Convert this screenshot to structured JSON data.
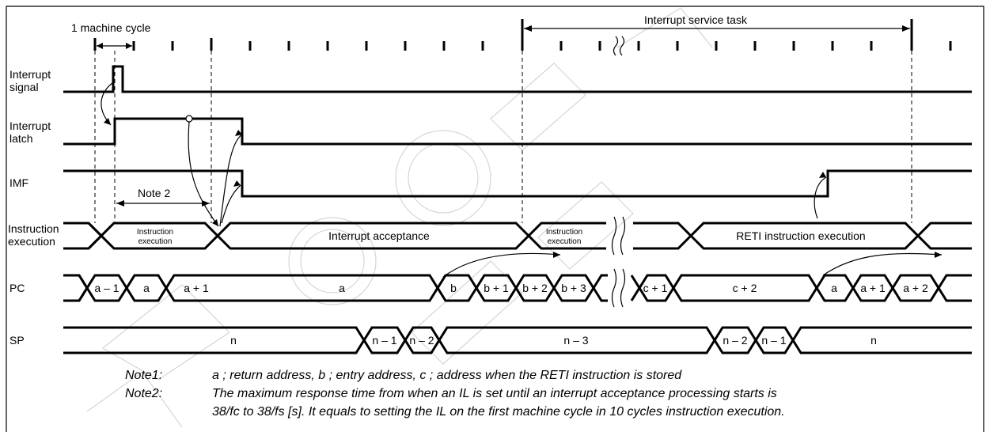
{
  "labels": {
    "machine_cycle": "1 machine cycle",
    "interrupt_service_task": "Interrupt service task",
    "note2_marker": "Note 2",
    "row_interrupt_signal_1": "Interrupt",
    "row_interrupt_signal_2": "signal",
    "row_interrupt_latch_1": "Interrupt",
    "row_interrupt_latch_2": "latch",
    "row_imf": "IMF",
    "row_instr_1": "Instruction",
    "row_instr_2": "execution",
    "row_pc": "PC",
    "row_sp": "SP"
  },
  "instruction": {
    "seg1_l1": "Instruction",
    "seg1_l2": "execution",
    "seg2": "Interrupt acceptance",
    "seg3_l1": "Instruction",
    "seg3_l2": "execution",
    "seg4": "RETI instruction execution"
  },
  "pc": [
    "a – 1",
    "a",
    "a + 1",
    "a",
    "b",
    "b + 1",
    "b + 2",
    "b + 3",
    "c + 1",
    "c + 2",
    "a",
    "a + 1",
    "a + 2"
  ],
  "sp": [
    "n",
    "n – 1",
    "n – 2",
    "n – 3",
    "n – 2",
    "n – 1",
    "n"
  ],
  "notes": {
    "note1_label": "Note1:",
    "note1_text": "a ; return address, b ; entry address, c ; address when the RETI instruction is stored",
    "note2_label": "Note2:",
    "note2_line1": "The maximum response time from when an IL is set until an interrupt acceptance processing starts is",
    "note2_line2": "38/fc to 38/fs [s].  It equals to setting the IL on the first machine cycle in 10 cycles instruction execution."
  }
}
